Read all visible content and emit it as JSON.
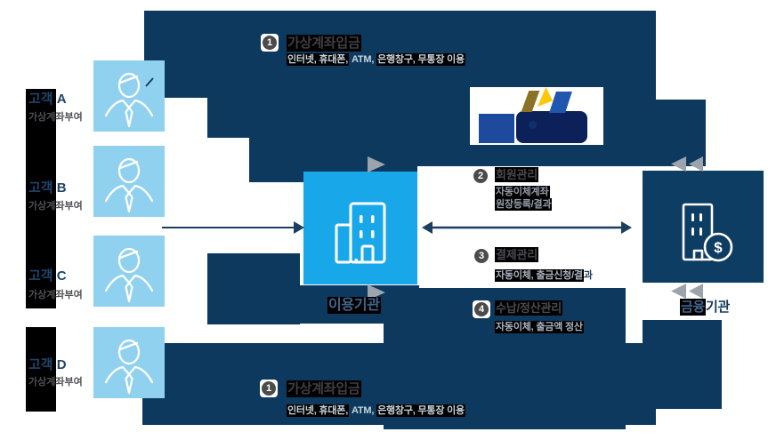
{
  "diagram": {
    "customers": [
      {
        "name": "고객 A",
        "note": "가상계좌부여"
      },
      {
        "name": "고객 B",
        "note": "가상계좌부여"
      },
      {
        "name": "고객 C",
        "note": "가상계좌부여"
      },
      {
        "name": "고객 D",
        "note": "가상계좌부여"
      }
    ],
    "nodes": {
      "center": {
        "label": "이용기관"
      },
      "bank": {
        "label_highlight": "금융",
        "label_rest": "기관"
      }
    },
    "steps": {
      "deposit_top": {
        "num": "1",
        "title": "가상계좌입금",
        "sub": [
          {
            "t": "인터넷, 휴대폰,",
            "bg": true
          },
          {
            "t": " ",
            "bg": false
          },
          {
            "t": "ATM,",
            "bg": false
          },
          {
            "t": " ",
            "bg": false
          },
          {
            "t": "은행창구, 무통장 이용",
            "bg": true
          }
        ]
      },
      "member": {
        "num": "2",
        "title": "회원관리",
        "sub1": [
          {
            "t": "자동이체계좌",
            "bg": true
          }
        ],
        "sub2": [
          {
            "t": "원장등록/결과",
            "bg": true
          }
        ]
      },
      "payment": {
        "num": "3",
        "title": "결제관리",
        "sub": [
          {
            "t": "자동이체, 출금신청/결",
            "bg": true
          },
          {
            "t": "과",
            "bg": false,
            "c": "#23415f"
          }
        ]
      },
      "settlement": {
        "num": "4",
        "title": "수납/정산관리",
        "sub": [
          {
            "t": "자동이체, 출금액 정산",
            "bg": true
          }
        ]
      },
      "deposit_bottom": {
        "num": "1",
        "title": "가상계좌입금",
        "sub": [
          {
            "t": "인터넷, 휴대폰,",
            "bg": true
          },
          {
            "t": " ",
            "bg": false
          },
          {
            "t": "ATM,",
            "bg": false
          },
          {
            "t": " ",
            "bg": false
          },
          {
            "t": "은행창구, 무통장 이용",
            "bg": true
          }
        ]
      }
    },
    "colors": {
      "navy_overlay": "#0c395d",
      "center_box": "#18a8ea",
      "bank_box": "#0e3d63",
      "customer_box": "#90d1ef",
      "black_bar": "#000000",
      "arrow_navy": "#1c3e60",
      "arrow_gray": "#9ba4ad",
      "badge_circle": "#4b4b4b",
      "logo_blue": "#1d4a9c",
      "logo_navy": "#0c2059",
      "logo_gold": "#8a7326",
      "logo_yellow": "#fdc805"
    }
  }
}
